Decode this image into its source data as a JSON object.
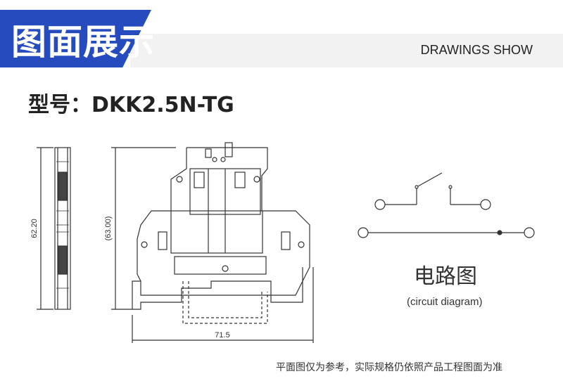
{
  "header": {
    "title": "图面展示",
    "subtitle": "DRAWINGS SHOW",
    "accent": "#254bbf"
  },
  "model": {
    "label": "型号：DKK2.5N-TG"
  },
  "drawing": {
    "dim_height_side": "62.20",
    "dim_height_front": "(63.00)",
    "dim_width": "71.5"
  },
  "circuit": {
    "title": "电路图",
    "subtitle": "(circuit diagram)"
  },
  "footer": {
    "note": "平面图仅为参考，实际规格仍依照产品工程图面为准"
  }
}
